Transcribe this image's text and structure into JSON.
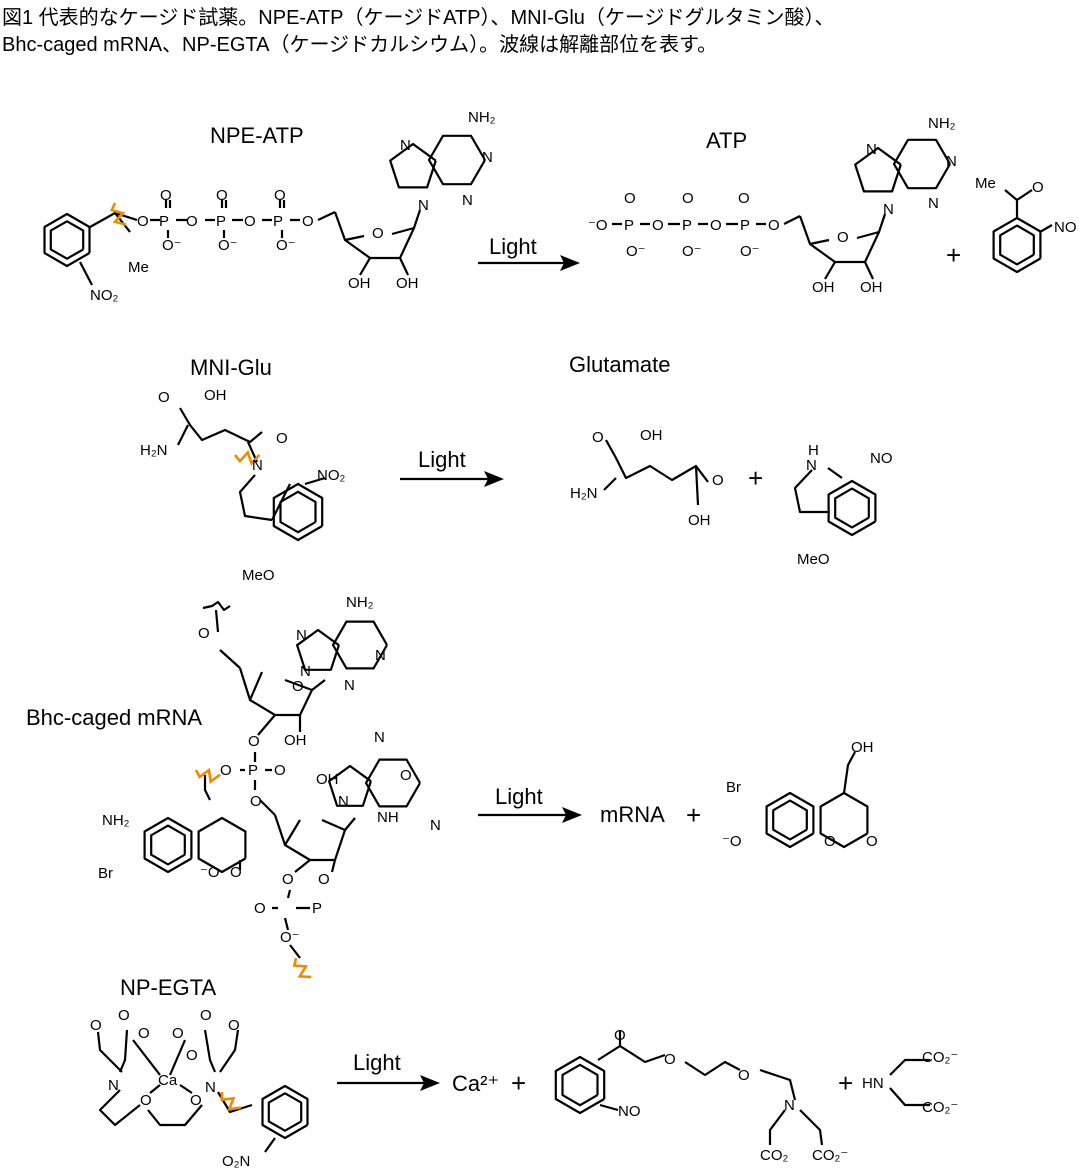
{
  "caption": {
    "line1": "図1 代表的なケージド試薬。NPE-ATP（ケージドATP）、MNI-Glu（ケージドグルタミン酸）、",
    "line2": "Bhc-caged mRNA、NP-EGTA（ケージドカルシウム）。波線は解離部位を表す。"
  },
  "colors": {
    "cleavage_wave": "#f08a00",
    "ink": "#000000"
  },
  "reactions": {
    "light": "Light",
    "plus": "+",
    "npe_atp": {
      "title": "NPE-ATP",
      "product": "ATP",
      "atoms": [
        "O",
        "P",
        "O",
        "P",
        "O",
        "P",
        "O",
        "O",
        "O",
        "O",
        "O⁻",
        "O⁻",
        "O⁻",
        "Me",
        "NO₂",
        "O",
        "OH",
        "OH",
        "NH₂",
        "N",
        "N",
        "N",
        "N"
      ],
      "product_atoms": [
        "⁻O",
        "P",
        "O",
        "P",
        "O",
        "P",
        "O",
        "O",
        "O",
        "O",
        "O⁻",
        "O⁻",
        "O⁻",
        "O",
        "OH",
        "OH",
        "NH₂",
        "N",
        "N",
        "N",
        "N"
      ],
      "byproduct_atoms": [
        "Me",
        "O",
        "NO"
      ]
    },
    "mni_glu": {
      "title": "MNI-Glu",
      "product": "Glutamate",
      "atoms": [
        "O",
        "OH",
        "H₂N",
        "O",
        "N",
        "NO₂",
        "MeO"
      ],
      "product_atoms": [
        "O",
        "OH",
        "H₂N",
        "O",
        "OH"
      ],
      "byproduct_atoms": [
        "H",
        "N",
        "NO",
        "MeO"
      ]
    },
    "bhc_mrna": {
      "title": "Bhc-caged mRNA",
      "product": "mRNA",
      "atoms": [
        "O",
        "O",
        "NH₂",
        "N",
        "N",
        "N",
        "N",
        "OH",
        "O",
        "O",
        "P",
        "O",
        "O",
        "O",
        "OH",
        "N",
        "N",
        "O",
        "NH",
        "N",
        "NH₂",
        "Br",
        "⁻O",
        "O",
        "O",
        "O",
        "P",
        "O⁻",
        "O"
      ],
      "byproduct_atoms": [
        "OH",
        "Br",
        "⁻O",
        "O",
        "O"
      ]
    },
    "np_egta": {
      "title": "NP-EGTA",
      "product_ion": "Ca²⁺",
      "atoms": [
        "O",
        "O",
        "O",
        "O",
        "O",
        "O",
        "O",
        "Ca",
        "N",
        "N",
        "O",
        "O",
        "O₂N"
      ],
      "product_atoms": [
        "O",
        "NO",
        "O",
        "O",
        "N",
        "CO₂",
        "CO₂⁻"
      ],
      "byproduct_atoms": [
        "HN",
        "CO₂⁻",
        "CO₂⁻"
      ]
    }
  }
}
